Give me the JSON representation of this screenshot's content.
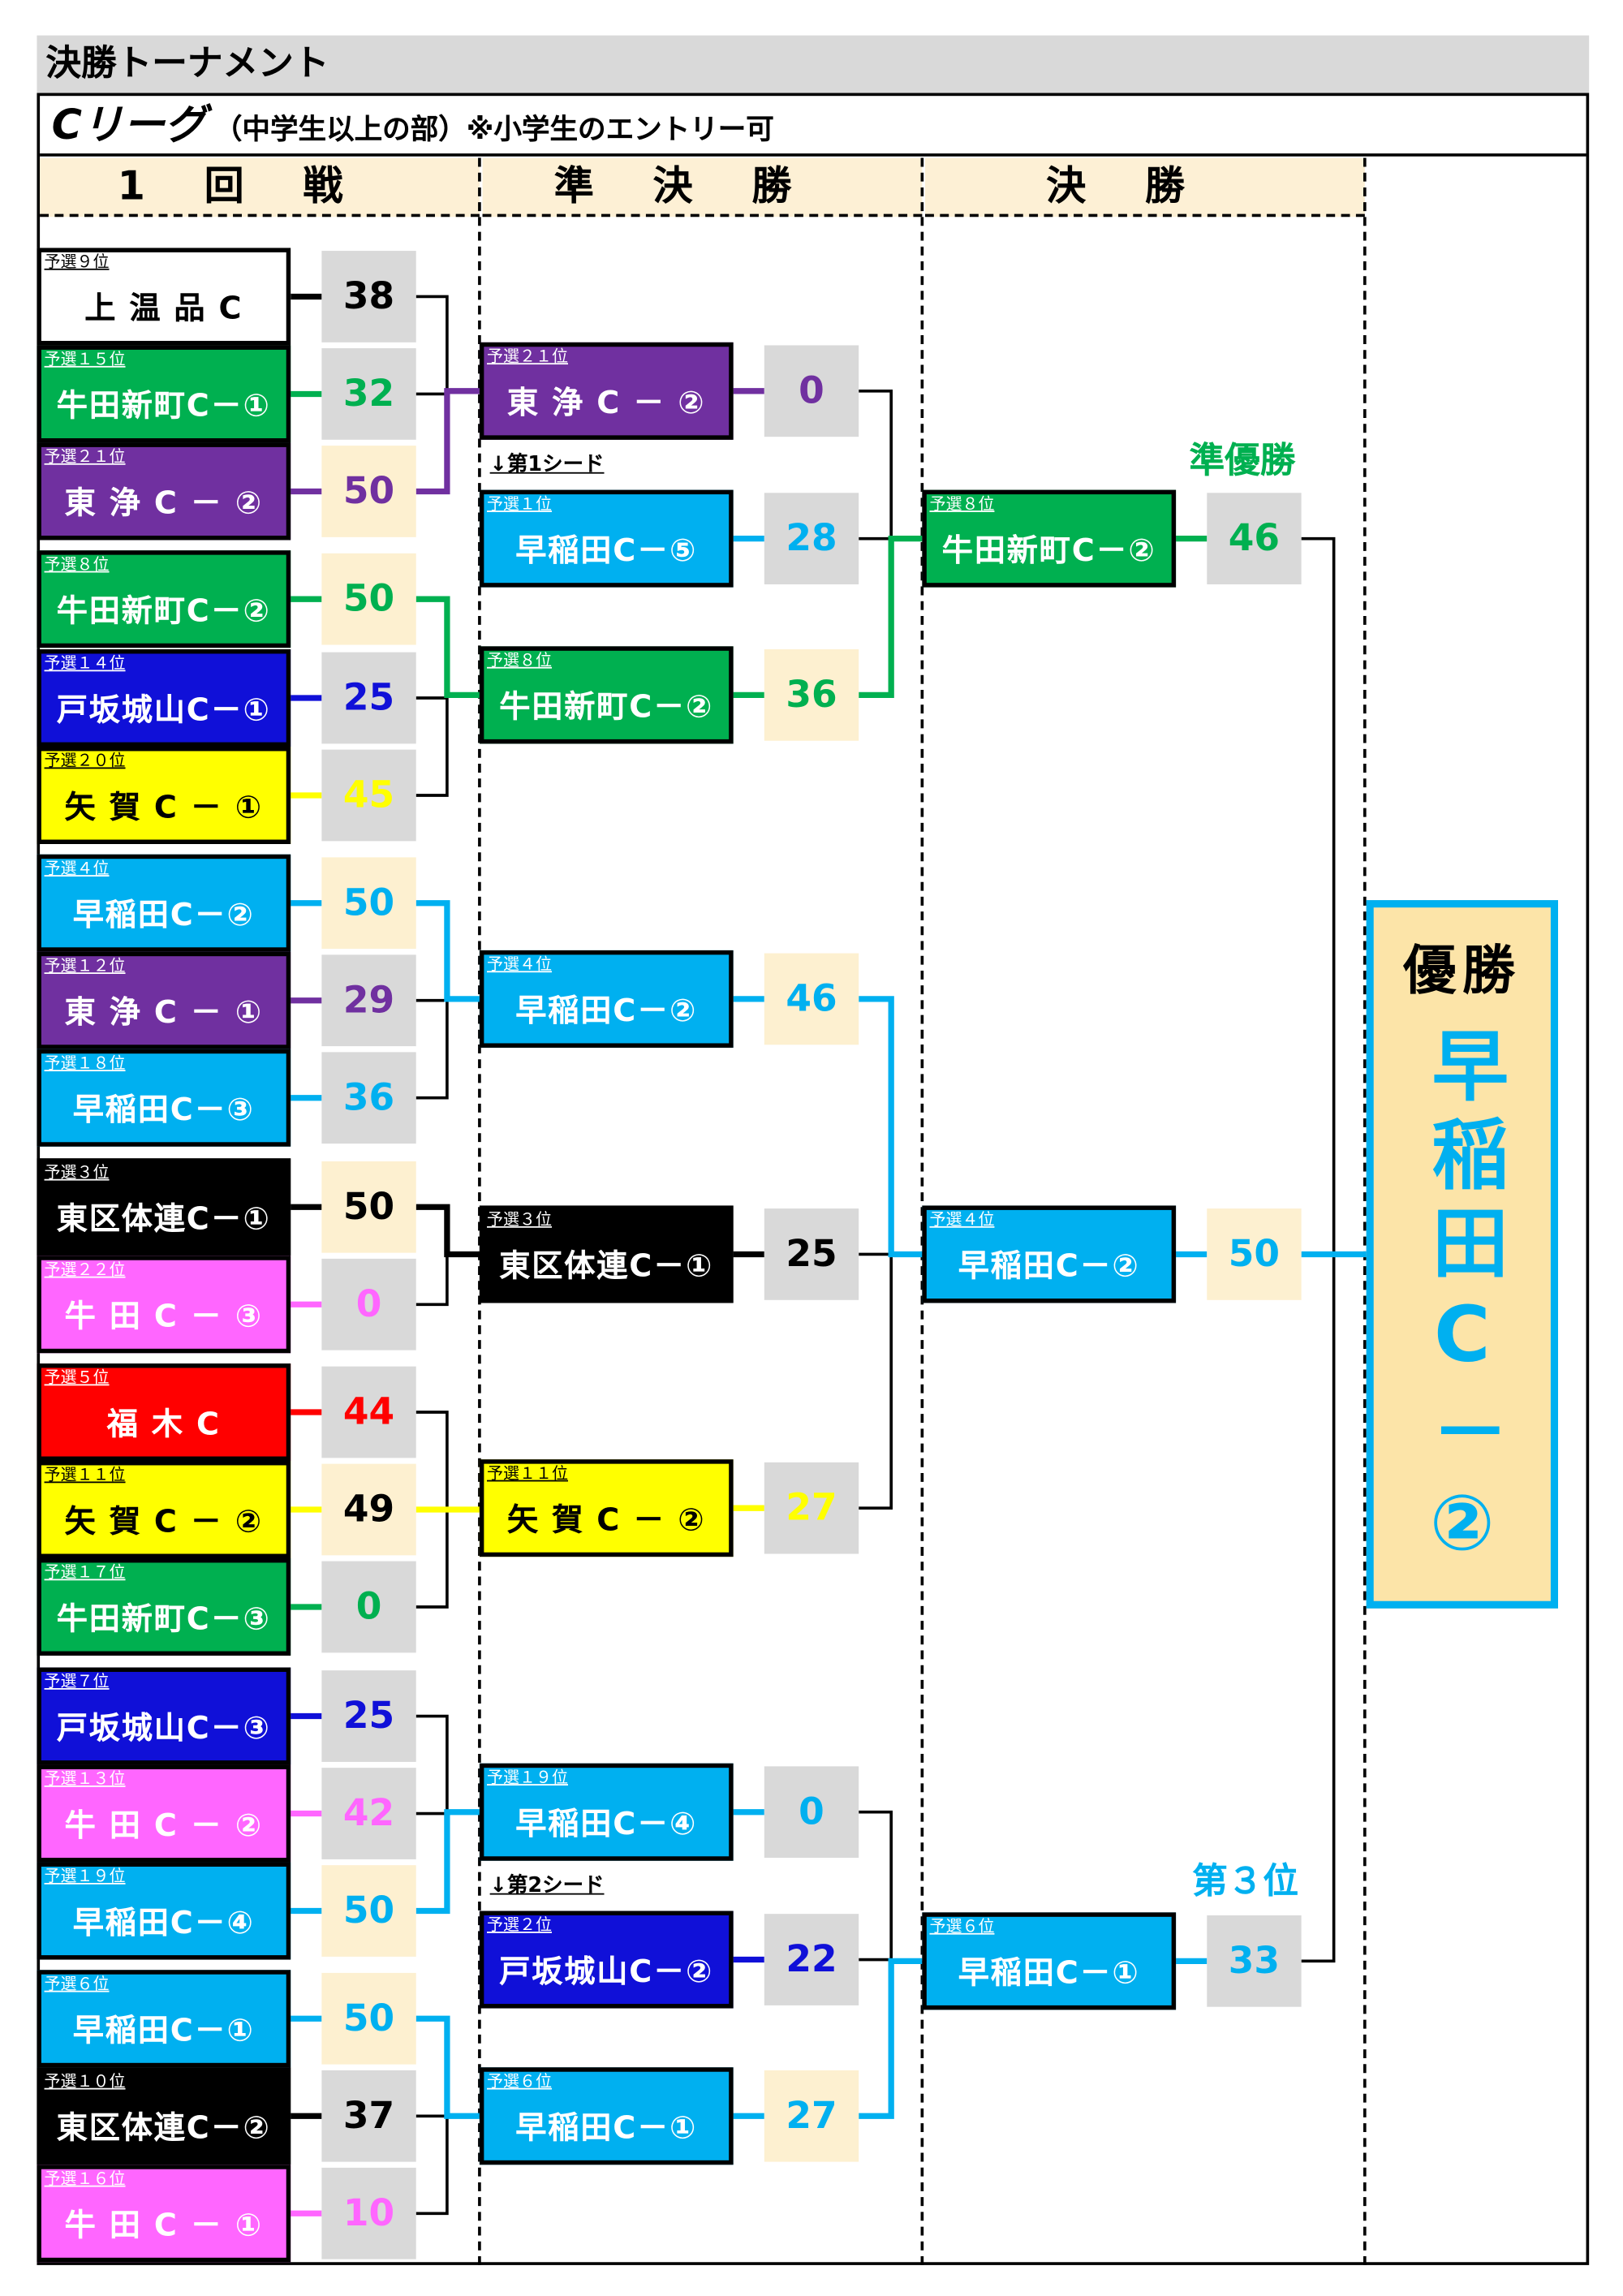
{
  "title": "決勝トーナメント",
  "subtitle": {
    "league": "Cリーグ",
    "note": "（中学生以上の部）※小学生のエントリー可"
  },
  "columns": [
    "1回戦",
    "準決勝",
    "決勝"
  ],
  "colors": {
    "green": "#00b050",
    "purple": "#7030a0",
    "blue": "#1010d8",
    "cyan": "#00b0f0",
    "yellow": "#ffff00",
    "pink": "#ff66ff",
    "red": "#ff0000",
    "black": "#000000",
    "white": "#ffffff",
    "winner_bg": "#fdf0d0",
    "loser_bg": "#d9d9d9"
  },
  "round1": [
    {
      "rank": "予選９位",
      "name": "上 温 品 C",
      "color": "white",
      "score": "38",
      "win": false
    },
    {
      "rank": "予選１５位",
      "name": "牛田新町C－①",
      "color": "green",
      "score": "32",
      "win": false
    },
    {
      "rank": "予選２１位",
      "name": "東 浄 C － ②",
      "color": "purple",
      "score": "50",
      "win": true
    },
    {
      "rank": "予選８位",
      "name": "牛田新町C－②",
      "color": "green",
      "score": "50",
      "win": true
    },
    {
      "rank": "予選１４位",
      "name": "戸坂城山C－①",
      "color": "blue",
      "score": "25",
      "win": false
    },
    {
      "rank": "予選２０位",
      "name": "矢 賀 C － ①",
      "color": "yellow",
      "score": "45",
      "win": false
    },
    {
      "rank": "予選４位",
      "name": "早稲田C－②",
      "color": "cyan",
      "score": "50",
      "win": true
    },
    {
      "rank": "予選１２位",
      "name": "東 浄 C － ①",
      "color": "purple",
      "score": "29",
      "win": false
    },
    {
      "rank": "予選１８位",
      "name": "早稲田C－③",
      "color": "cyan",
      "score": "36",
      "win": false
    },
    {
      "rank": "予選３位",
      "name": "東区体連C－①",
      "color": "black",
      "score": "50",
      "win": true
    },
    {
      "rank": "予選２２位",
      "name": "牛 田 C － ③",
      "color": "pink",
      "score": "0",
      "win": false
    },
    {
      "rank": "予選５位",
      "name": "福 木 C",
      "color": "red",
      "score": "44",
      "win": false
    },
    {
      "rank": "予選１１位",
      "name": "矢 賀 C － ②",
      "color": "yellow",
      "score": "49",
      "win": true
    },
    {
      "rank": "予選１７位",
      "name": "牛田新町C－③",
      "color": "green",
      "score": "0",
      "win": false
    },
    {
      "rank": "予選７位",
      "name": "戸坂城山C－③",
      "color": "blue",
      "score": "25",
      "win": false
    },
    {
      "rank": "予選１３位",
      "name": "牛 田 C － ②",
      "color": "pink",
      "score": "42",
      "win": false
    },
    {
      "rank": "予選１９位",
      "name": "早稲田C－④",
      "color": "cyan",
      "score": "50",
      "win": true
    },
    {
      "rank": "予選６位",
      "name": "早稲田C－①",
      "color": "cyan",
      "score": "50",
      "win": true
    },
    {
      "rank": "予選１０位",
      "name": "東区体連C－②",
      "color": "black",
      "score": "37",
      "win": false
    },
    {
      "rank": "予選１６位",
      "name": "牛 田 C － ①",
      "color": "pink",
      "score": "10",
      "win": false
    }
  ],
  "semifinal": [
    {
      "rank": "予選２１位",
      "name": "東 浄 C － ②",
      "color": "purple",
      "score": "0",
      "win": false
    },
    {
      "rank": "予選１位",
      "name": "早稲田C－⑤",
      "color": "cyan",
      "score": "28",
      "win": false
    },
    {
      "rank": "予選８位",
      "name": "牛田新町C－②",
      "color": "green",
      "score": "36",
      "win": true
    },
    {
      "rank": "予選４位",
      "name": "早稲田C－②",
      "color": "cyan",
      "score": "46",
      "win": true
    },
    {
      "rank": "予選３位",
      "name": "東区体連C－①",
      "color": "black",
      "score": "25",
      "win": false
    },
    {
      "rank": "予選１１位",
      "name": "矢 賀 C － ②",
      "color": "yellow",
      "score": "27",
      "win": false
    },
    {
      "rank": "予選１９位",
      "name": "早稲田C－④",
      "color": "cyan",
      "score": "0",
      "win": false
    },
    {
      "rank": "予選２位",
      "name": "戸坂城山C－②",
      "color": "blue",
      "score": "22",
      "win": false
    },
    {
      "rank": "予選６位",
      "name": "早稲田C－①",
      "color": "cyan",
      "score": "27",
      "win": true
    }
  ],
  "seed_notes": [
    "↓第1シード",
    "↓第2シード"
  ],
  "final": [
    {
      "rank": "予選８位",
      "name": "牛田新町C－②",
      "color": "green",
      "score": "46",
      "win": false
    },
    {
      "rank": "予選４位",
      "name": "早稲田C－②",
      "color": "cyan",
      "score": "50",
      "win": true
    },
    {
      "rank": "予選６位",
      "name": "早稲田C－①",
      "color": "cyan",
      "score": "33",
      "win": false
    }
  ],
  "places": {
    "runner_up": "準優勝",
    "third": "第３位"
  },
  "champion": {
    "label": "優勝",
    "name": "早稲田C－②"
  }
}
